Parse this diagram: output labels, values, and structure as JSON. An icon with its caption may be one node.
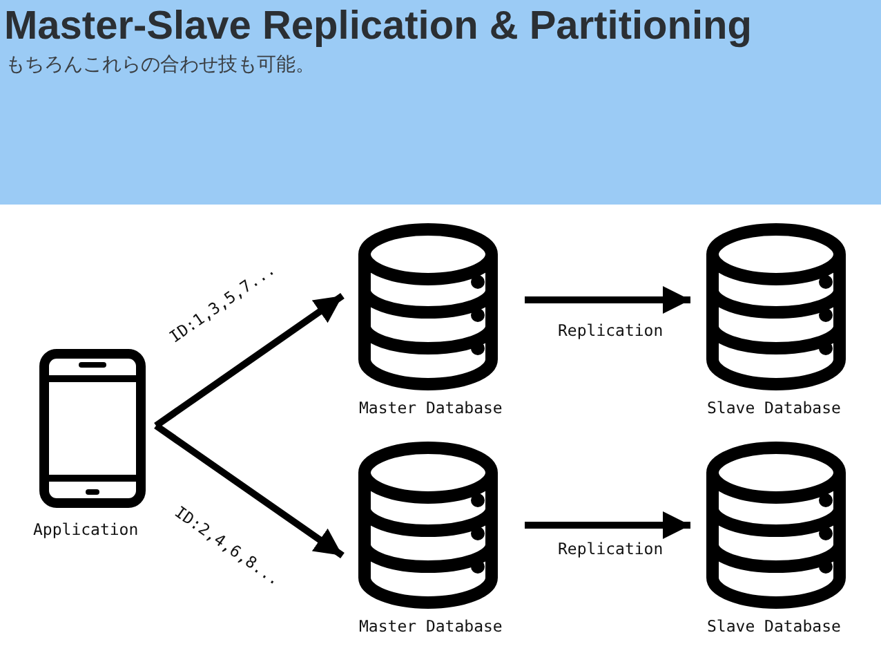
{
  "diagram": {
    "title": "Master-Slave Replication & Partitioning",
    "caption": "もちろんこれらの合わせ技も可能。",
    "nodes": [
      {
        "text": [
          "Application"
        ]
      },
      {
        "text": [
          "Master Database"
        ]
      },
      {
        "text": [
          "Slave Database"
        ]
      },
      {
        "text": [
          "Master Database"
        ]
      },
      {
        "text": [
          "Slave Database"
        ]
      }
    ],
    "edges": [
      {
        "from": 0,
        "to": 1,
        "arrow": "to",
        "label": "ID:1,3,5,7..."
      },
      {
        "from": 0,
        "to": 3,
        "arrow": "to",
        "label": "ID:2,4,6,8..."
      },
      {
        "from": 1,
        "to": 2,
        "arrow": "to",
        "label": "Replication"
      },
      {
        "from": 3,
        "to": 4,
        "arrow": "to",
        "label": "Replication"
      }
    ]
  }
}
